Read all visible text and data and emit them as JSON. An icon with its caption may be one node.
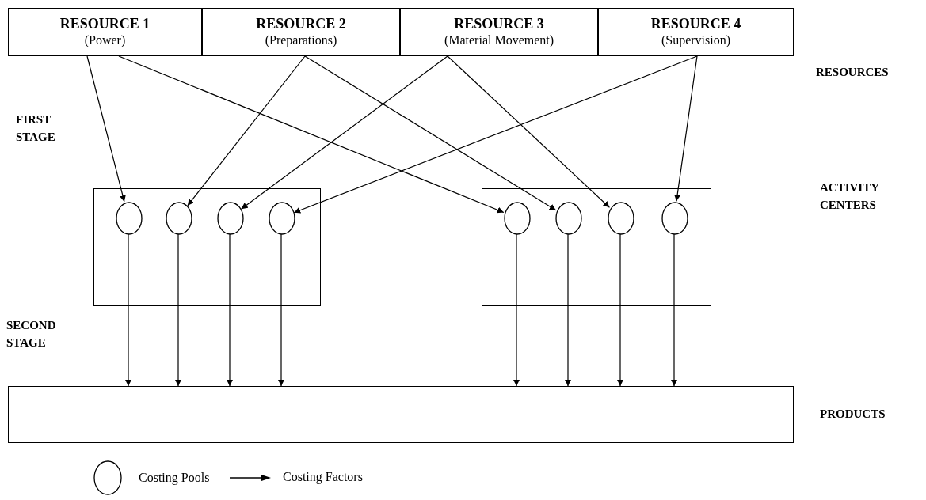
{
  "diagram": {
    "nodes": [
      {
        "text": [
          "RESOURCE 1",
          "(Power)"
        ]
      },
      {
        "text": [
          "RESOURCE 2",
          "(Preparations)"
        ]
      },
      {
        "text": [
          "RESOURCE 3",
          "(Material Movement)"
        ]
      },
      {
        "text": [
          "RESOURCE 4",
          "(Supervision)"
        ]
      },
      {
        "text": [],
        "shape": "box"
      },
      {
        "text": [],
        "shape": "circle",
        "in": 4
      },
      {
        "text": [],
        "shape": "circle",
        "in": 4
      },
      {
        "text": [],
        "shape": "circle",
        "in": 4
      },
      {
        "text": [],
        "shape": "circle",
        "in": 4
      },
      {
        "text": [],
        "shape": "box"
      },
      {
        "text": [],
        "shape": "circle",
        "in": 9
      },
      {
        "text": [],
        "shape": "circle",
        "in": 9
      },
      {
        "text": [],
        "shape": "circle",
        "in": 9
      },
      {
        "text": [],
        "shape": "circle",
        "in": 9
      },
      {
        "text": [],
        "shape": "box"
      }
    ],
    "edges": [
      {
        "from": 0,
        "to": 5,
        "arrow": "to"
      },
      {
        "from": 0,
        "to": 10,
        "arrow": "to"
      },
      {
        "from": 1,
        "to": 6,
        "arrow": "to"
      },
      {
        "from": 1,
        "to": 11,
        "arrow": "to"
      },
      {
        "from": 2,
        "to": 7,
        "arrow": "to"
      },
      {
        "from": 2,
        "to": 12,
        "arrow": "to"
      },
      {
        "from": 3,
        "to": 8,
        "arrow": "to"
      },
      {
        "from": 3,
        "to": 13,
        "arrow": "to"
      },
      {
        "from": 5,
        "to": 14,
        "arrow": "to"
      },
      {
        "from": 6,
        "to": 14,
        "arrow": "to"
      },
      {
        "from": 7,
        "to": 14,
        "arrow": "to"
      },
      {
        "from": 8,
        "to": 14,
        "arrow": "to"
      },
      {
        "from": 10,
        "to": 14,
        "arrow": "to"
      },
      {
        "from": 11,
        "to": 14,
        "arrow": "to"
      },
      {
        "from": 12,
        "to": 14,
        "arrow": "to"
      },
      {
        "from": 13,
        "to": 14,
        "arrow": "to"
      }
    ],
    "labels": [
      "RESOURCES",
      "FIRST STAGE",
      "ACTIVITY CENTERS",
      "SECOND STAGE",
      "PRODUCTS"
    ],
    "legend": [
      {
        "text": "Costing Pools"
      },
      {
        "text": "Costing Factors"
      }
    ]
  }
}
